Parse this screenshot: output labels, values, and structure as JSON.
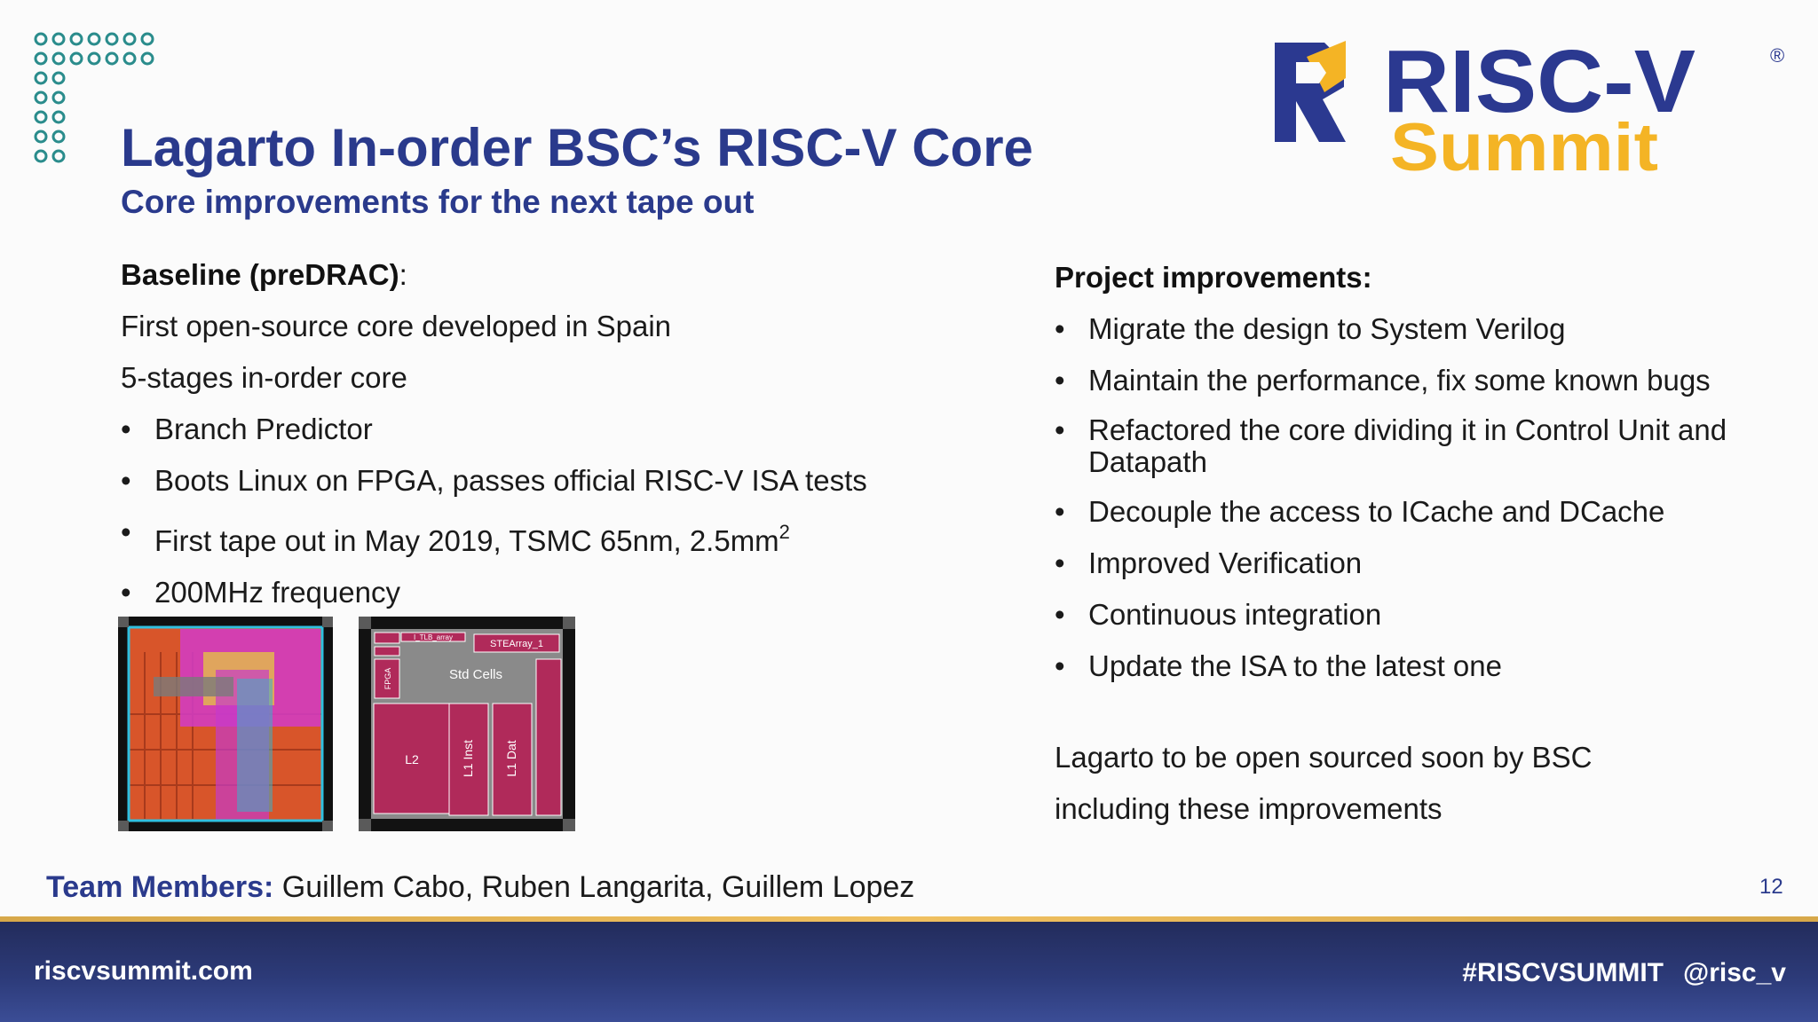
{
  "slide": {
    "title": "Lagarto In-order BSC’s RISC-V Core",
    "subtitle": "Core improvements for the next tape out",
    "page_number": "12"
  },
  "logo": {
    "wordmark": "RISC-V",
    "registered": "®",
    "summit": "Summit"
  },
  "baseline": {
    "heading": "Baseline (preDRAC)",
    "heading_suffix": ":",
    "lines": [
      "First open-source core developed in Spain",
      "5-stages in-order core"
    ],
    "bullets": [
      "Branch Predictor",
      "Boots Linux on FPGA, passes official RISC-V ISA tests"
    ],
    "tapeout_text": "First tape out in May 2019, TSMC 65nm, 2.5mm",
    "tapeout_sup": "2",
    "frequency": "200MHz frequency"
  },
  "die_labels": {
    "std_cells": "Std Cells",
    "stearray": "STEArray_1",
    "l2": "L2",
    "l1_inst": "L1 Inst",
    "l1_dat": "L1 Dat",
    "i_tlb": "I_TLB_array",
    "fpga": "FPGA"
  },
  "improvements": {
    "heading": "Project improvements:",
    "bullets": [
      "Migrate the design to System Verilog",
      "Maintain the performance, fix some known bugs",
      "Refactored the core dividing it in Control Unit and Datapath",
      "Decouple the access to ICache and DCache",
      "Improved Verification",
      "Continuous integration",
      "Update the ISA to the latest one"
    ],
    "closing_line_1": "Lagarto to be open sourced soon by BSC",
    "closing_line_2": "including these improvements"
  },
  "team": {
    "label": "Team Members:",
    "names": " Guillem Cabo, Ruben Langarita, Guillem Lopez"
  },
  "footer": {
    "website": "riscvsummit.com",
    "hashtag": "#RISCVSUMMIT",
    "handle": "@risc_v"
  },
  "colors": {
    "title": "#2a3a8c",
    "dots": "#2a8c8c",
    "logo_blue": "#2b3990",
    "logo_gold": "#f4b425",
    "footer": "#2c3a78"
  }
}
